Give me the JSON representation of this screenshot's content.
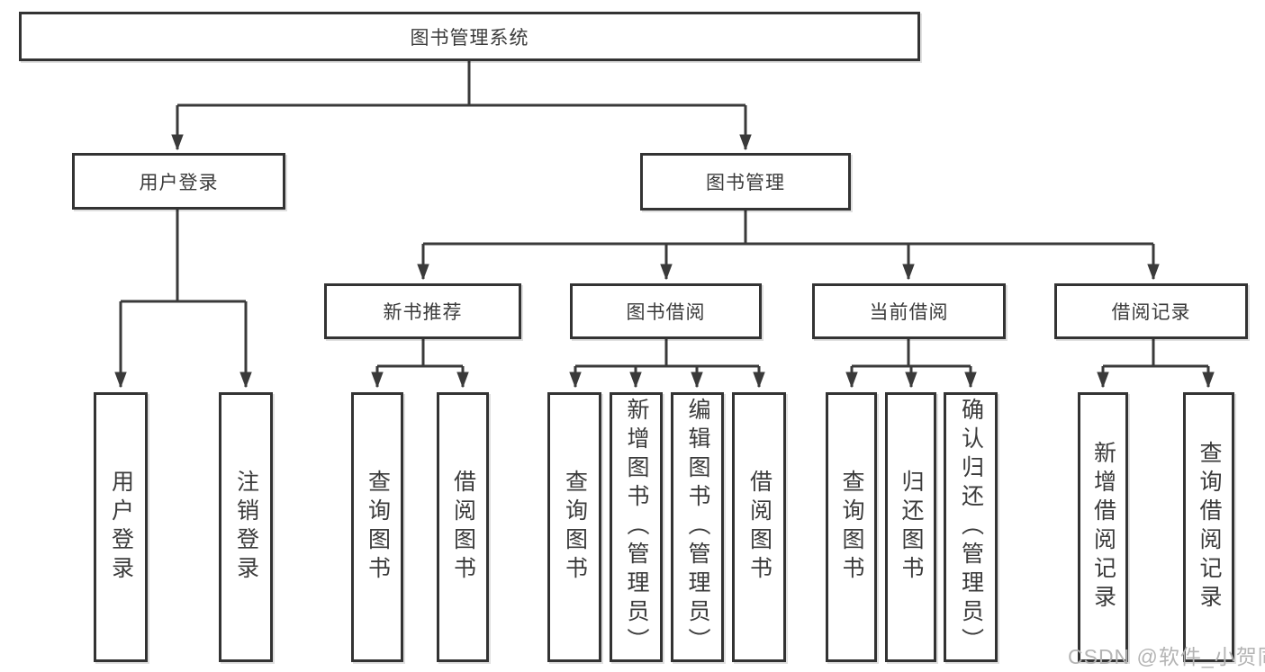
{
  "nodes": {
    "root": {
      "label": "图书管理系统"
    },
    "level2": [
      {
        "label": "用户登录"
      },
      {
        "label": "图书管理"
      }
    ],
    "level3": [
      {
        "label": "新书推荐"
      },
      {
        "label": "图书借阅"
      },
      {
        "label": "当前借阅"
      },
      {
        "label": "借阅记录"
      }
    ],
    "leaves": {
      "user_login": [
        {
          "label": "用户登录"
        },
        {
          "label": "注销登录"
        }
      ],
      "new_book": [
        {
          "label": "查询图书"
        },
        {
          "label": "借阅图书"
        }
      ],
      "book_borrow": [
        {
          "label": "查询图书"
        },
        {
          "label": "新增图书（管理员）"
        },
        {
          "label": "编辑图书（管理员）"
        },
        {
          "label": "借阅图书"
        }
      ],
      "current_borrow": [
        {
          "label": "查询图书"
        },
        {
          "label": "归还图书"
        },
        {
          "label": "确认归还（管理员）"
        }
      ],
      "records": [
        {
          "label": "新增借阅记录"
        },
        {
          "label": "查询借阅记录"
        }
      ]
    }
  },
  "watermark": {
    "text": "CSDN @软件_小贺同学"
  },
  "colors": {
    "line": "#3a3a3a",
    "box_border": "#333333",
    "text": "#3b3b3b",
    "watermark": "#b4b4b4",
    "background": "#ffffff"
  }
}
